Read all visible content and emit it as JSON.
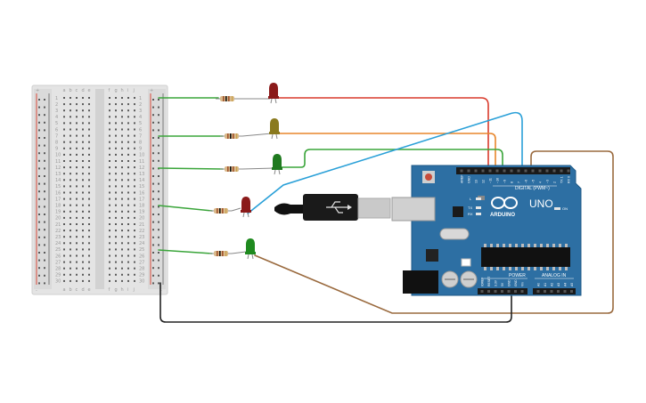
{
  "breadboard": {
    "columns_left": [
      "a",
      "b",
      "c",
      "d",
      "e"
    ],
    "columns_right": [
      "f",
      "g",
      "h",
      "i",
      "j"
    ],
    "rows": [
      "1",
      "2",
      "3",
      "4",
      "5",
      "6",
      "7",
      "8",
      "9",
      "10",
      "11",
      "12",
      "13",
      "14",
      "15",
      "16",
      "17",
      "18",
      "19",
      "20",
      "21",
      "22",
      "23",
      "24",
      "25",
      "26",
      "27",
      "28",
      "29",
      "30"
    ],
    "rail_plus": "+",
    "rail_minus": "-"
  },
  "arduino": {
    "board_name": "UNO",
    "brand": "ARDUINO",
    "digital_label": "DIGITAL (PWM~)",
    "analog_label": "ANALOG IN",
    "power_label": "POWER",
    "on_label": "ON",
    "led_labels": [
      "L",
      "TX",
      "RX"
    ],
    "header_top_labels": [
      "AREF",
      "GND",
      "13",
      "12",
      "~11",
      "~10",
      "~9",
      "8",
      "7",
      "~6",
      "~5",
      "4",
      "~3",
      "2",
      "TX 1",
      "RX 0"
    ],
    "header_power_labels": [
      "IOREF",
      "RESET",
      "3.3V",
      "5V",
      "GND",
      "GND",
      "Vin"
    ],
    "header_analog_labels": [
      "A0",
      "A1",
      "A2",
      "A3",
      "A4",
      "A5"
    ]
  },
  "components": {
    "leds": [
      {
        "color_name": "red",
        "body": "#8b1a1a"
      },
      {
        "color_name": "yellow",
        "body": "#8a7a1e"
      },
      {
        "color_name": "green",
        "body": "#1f7a1f"
      },
      {
        "color_name": "red",
        "body": "#8b1a1a"
      },
      {
        "color_name": "green",
        "body": "#1f8a1f"
      }
    ],
    "resistor_count": 5
  },
  "colors": {
    "board": "#2d6fa3",
    "board_dark": "#1f5a87",
    "wire_red": "#d93a2b",
    "wire_orange": "#e8862c",
    "wire_green": "#3aa53a",
    "wire_blue": "#2aa0d8",
    "wire_brown": "#9a6a3e",
    "wire_black": "#222222"
  }
}
